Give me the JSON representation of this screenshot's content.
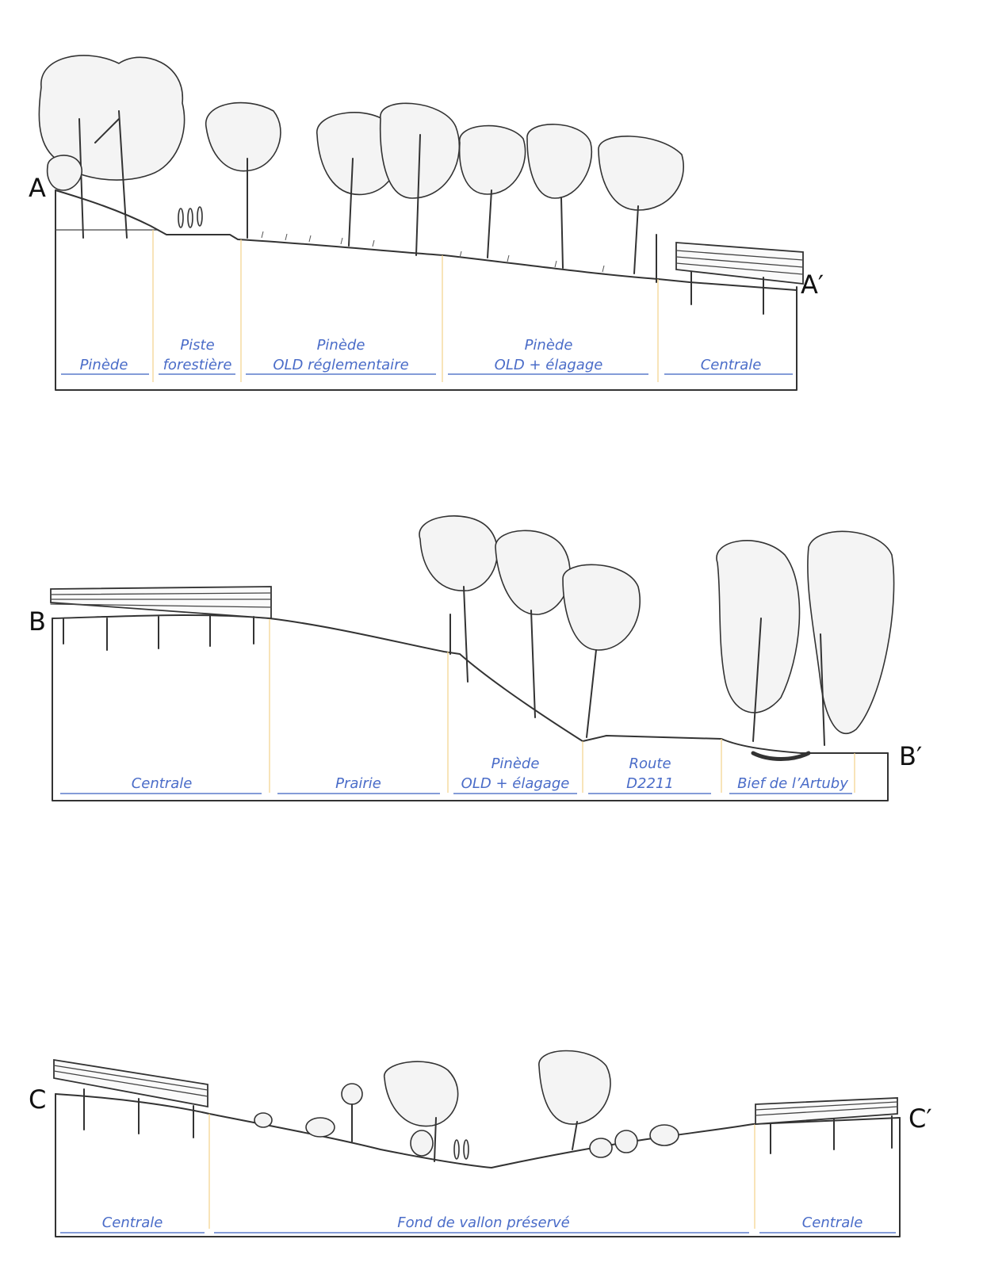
{
  "sections": [
    {
      "start_marker": "A",
      "end_marker": "A′",
      "zones": [
        {
          "lines": [
            "Pinède"
          ]
        },
        {
          "lines": [
            "Piste",
            "forestière"
          ]
        },
        {
          "lines": [
            "Pinède",
            "OLD réglementaire"
          ]
        },
        {
          "lines": [
            "Pinède",
            "OLD + élagage"
          ]
        },
        {
          "lines": [
            "Centrale"
          ]
        }
      ]
    },
    {
      "start_marker": "B",
      "end_marker": "B′",
      "zones": [
        {
          "lines": [
            "Centrale"
          ]
        },
        {
          "lines": [
            "Prairie"
          ]
        },
        {
          "lines": [
            "Pinède",
            "OLD + élagage"
          ]
        },
        {
          "lines": [
            "Route",
            "D2211"
          ]
        },
        {
          "lines": [
            "Bief de l’Artuby"
          ]
        }
      ]
    },
    {
      "start_marker": "C",
      "end_marker": "C′",
      "zones": [
        {
          "lines": [
            "Centrale"
          ]
        },
        {
          "lines": [
            "Fond de vallon préservé"
          ]
        },
        {
          "lines": [
            "Centrale"
          ]
        }
      ]
    }
  ]
}
